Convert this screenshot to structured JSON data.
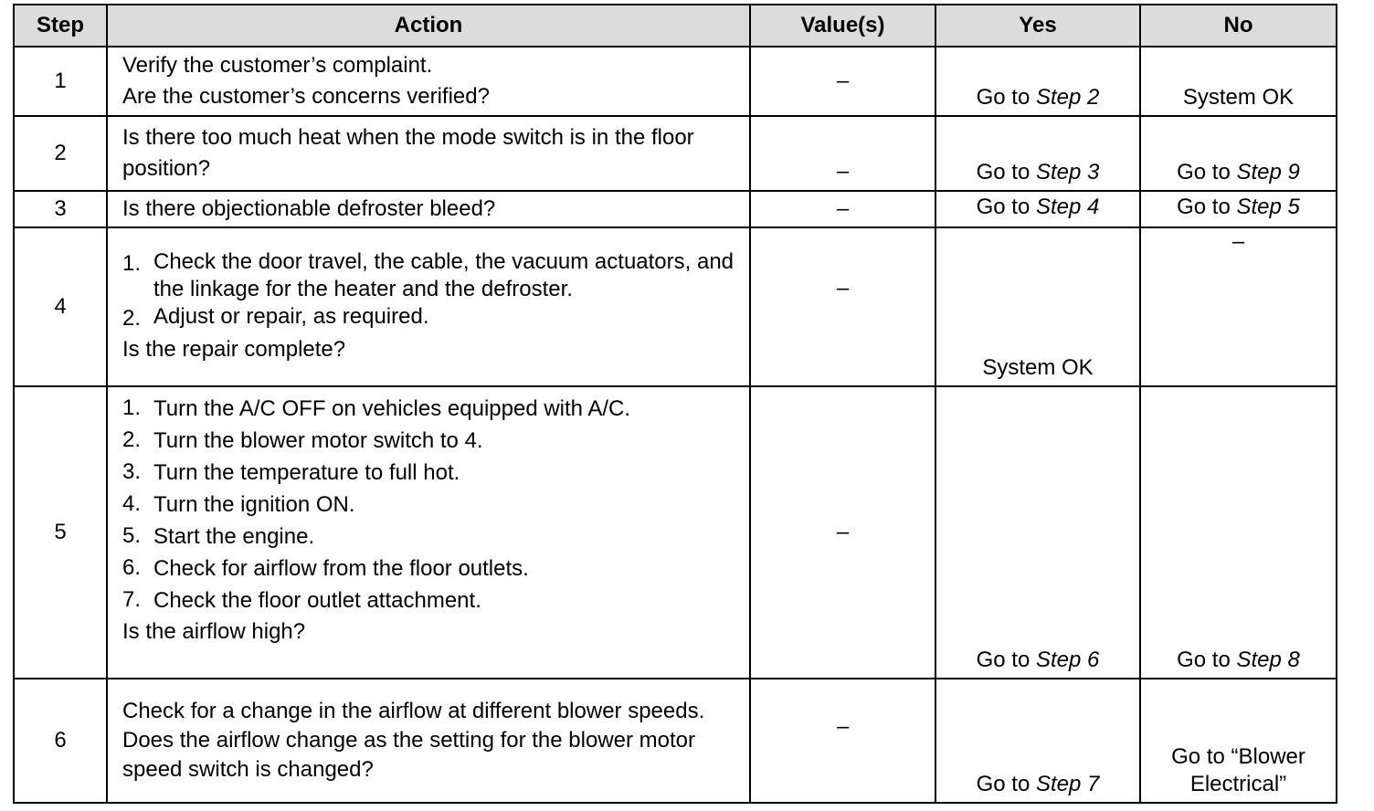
{
  "headers": {
    "step": "Step",
    "action": "Action",
    "values": "Value(s)",
    "yes": "Yes",
    "no": "No"
  },
  "rows": [
    {
      "step": "1",
      "action_lines": [
        "Verify the customer’s complaint.",
        "Are the customer’s concerns verified?"
      ],
      "value": "–",
      "yes_prefix": "Go to ",
      "yes_link": "Step 2",
      "no_prefix": "System OK",
      "no_link": ""
    },
    {
      "step": "2",
      "action_lines": [
        "Is there too much heat when the mode switch is in the floor position?"
      ],
      "value": "–",
      "yes_prefix": "Go to ",
      "yes_link": "Step 3",
      "no_prefix": "Go to ",
      "no_link": "Step 9"
    },
    {
      "step": "3",
      "action_lines": [
        "Is there objectionable defroster bleed?"
      ],
      "value": "–",
      "yes_prefix": "Go to ",
      "yes_link": "Step 4",
      "no_prefix": "Go to ",
      "no_link": "Step 5"
    },
    {
      "step": "4",
      "numbered": [
        {
          "n": "1.",
          "text": "Check the door travel, the cable, the vacuum actuators, and the linkage for the heater and the defroster."
        },
        {
          "n": "2.",
          "text": "Adjust or repair, as required."
        }
      ],
      "question": "Is the repair complete?",
      "value": "–",
      "yes_prefix": "System OK",
      "yes_link": "",
      "no_prefix": "–",
      "no_link": ""
    },
    {
      "step": "5",
      "numbered": [
        {
          "n": "1.",
          "text": "Turn the A/C OFF on vehicles equipped with A/C."
        },
        {
          "n": "2.",
          "text": "Turn the blower motor switch to 4."
        },
        {
          "n": "3.",
          "text": "Turn the temperature to full hot."
        },
        {
          "n": "4.",
          "text": "Turn the ignition ON."
        },
        {
          "n": "5.",
          "text": "Start the engine."
        },
        {
          "n": "6.",
          "text": "Check for airflow from the floor outlets."
        },
        {
          "n": "7.",
          "text": "Check the floor outlet attachment."
        }
      ],
      "question": "Is the airflow high?",
      "value": "–",
      "yes_prefix": "Go to ",
      "yes_link": "Step 6",
      "no_prefix": "Go to ",
      "no_link": "Step 8"
    },
    {
      "step": "6",
      "action_lines": [
        "Check for a change in the airflow at different blower speeds.",
        "Does the airflow change as the setting for the blower motor speed switch is changed?"
      ],
      "value": "–",
      "yes_prefix": "Go to ",
      "yes_link": "Step 7",
      "no_prefix": "Go to “Blower Electrical”",
      "no_link": ""
    }
  ]
}
